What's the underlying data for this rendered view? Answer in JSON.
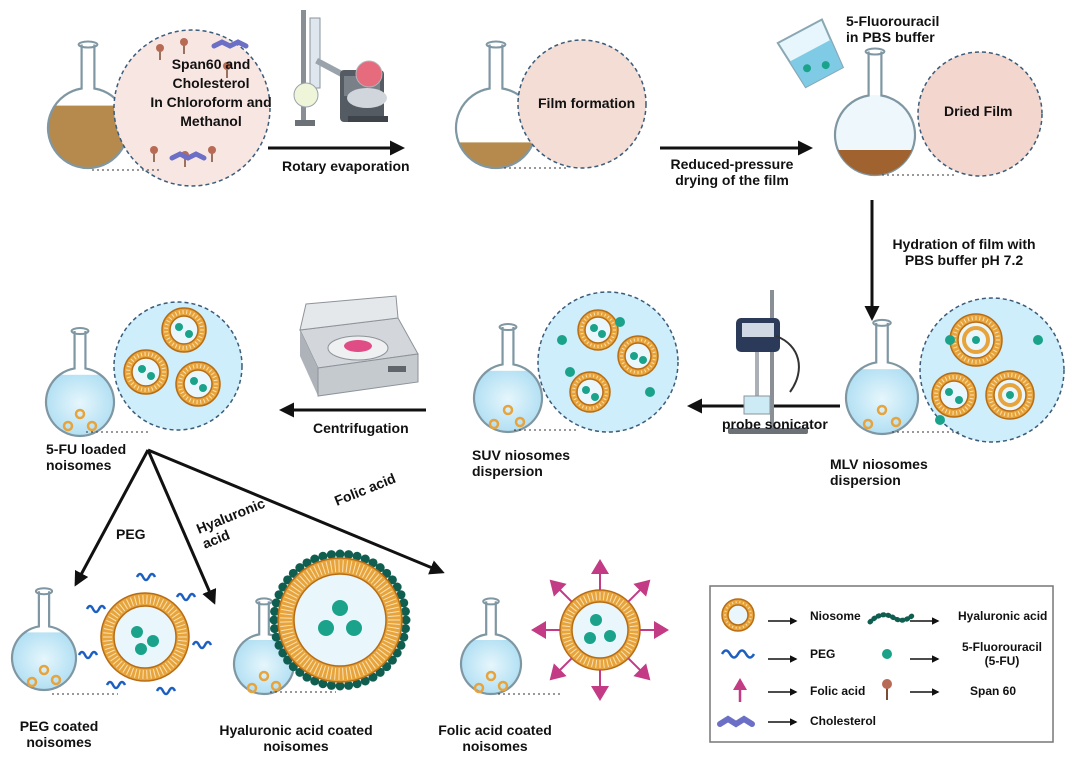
{
  "step_labels": {
    "span_cholesterol": [
      "Span60 and",
      "Cholesterol",
      "In Chloroform and",
      "Methanol"
    ],
    "film_formation": "Film formation",
    "dried_film": "Dried Film",
    "fluorouracil_in_pbs": [
      "5-Fluorouracil",
      "in PBS buffer"
    ],
    "mlv": [
      "MLV niosomes",
      "dispersion"
    ],
    "suv": [
      "SUV niosomes",
      "dispersion"
    ],
    "loaded": [
      "5-FU loaded",
      "noisomes"
    ],
    "peg_coated": [
      "PEG coated",
      "noisomes"
    ],
    "ha_coated": [
      "Hyaluronic acid coated",
      "noisomes"
    ],
    "fa_coated": [
      "Folic acid coated",
      "noisomes"
    ]
  },
  "arrow_labels": {
    "rotary": "Rotary evaporation",
    "reduced": [
      "Reduced-pressure",
      "drying of the film"
    ],
    "hydration": [
      "Hydration of film with",
      "PBS buffer pH 7.2"
    ],
    "probe": "probe sonicator",
    "centrifugation": "Centrifugation",
    "peg": "PEG",
    "hyaluronic": [
      "Hyaluronic",
      "acid"
    ],
    "folic": "Folic acid"
  },
  "legend": {
    "items": [
      {
        "icon": "niosome-icon",
        "label": "Niosome"
      },
      {
        "icon": "hyaluronic-chain-icon",
        "label": "Hyaluronic acid"
      },
      {
        "icon": "peg-wave-icon",
        "label": "PEG"
      },
      {
        "icon": "drug-dot-icon",
        "label": [
          "5-Fluorouracil",
          "(5-FU)"
        ]
      },
      {
        "icon": "folic-arrow-icon",
        "label": "Folic acid"
      },
      {
        "icon": "span-surfactant-icon",
        "label": "Span 60"
      },
      {
        "icon": "cholesterol-icon",
        "label": "Cholesterol"
      }
    ]
  },
  "colors": {
    "shell": "#e7a43c",
    "shell_dark": "#b86d15",
    "drug": "#1aa38a",
    "peg": "#1c5fc0",
    "folic": "#c23b84",
    "hyaluronic": "#0f5e50",
    "liquid_blue": "#bfe6f5",
    "liquid_brown": "#b58a4c",
    "film": "#a0622e",
    "cholesterol": "#6c6fc6"
  }
}
